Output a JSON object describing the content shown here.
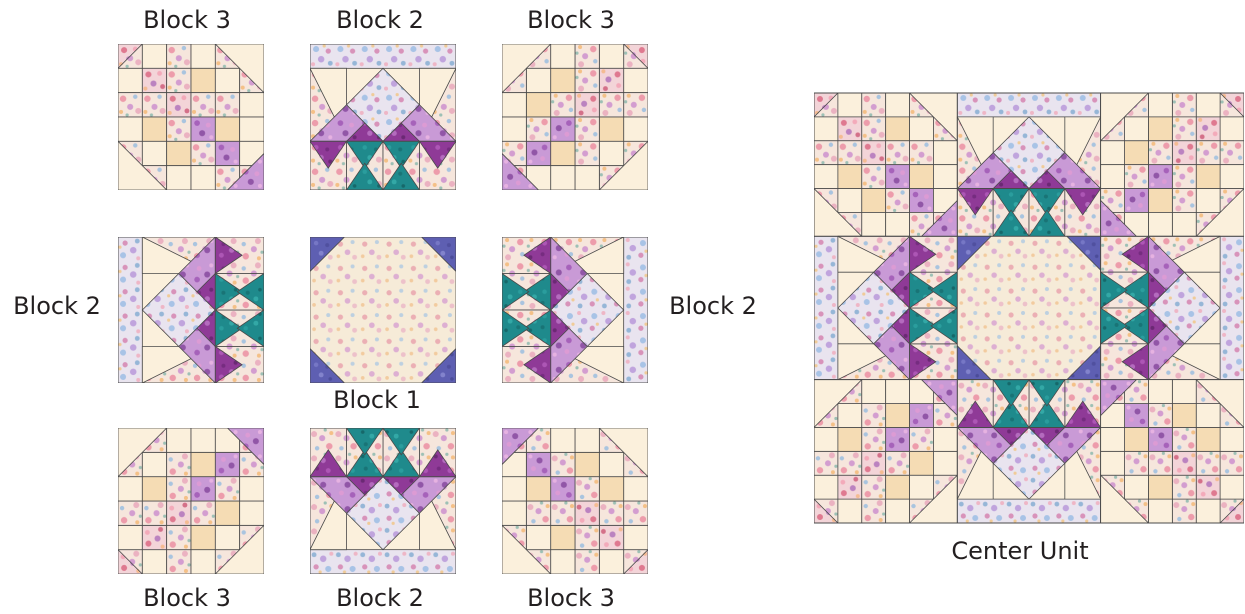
{
  "labels": {
    "top_left": "Block 3",
    "top_mid": "Block 2",
    "top_right": "Block 3",
    "mid_left": "Block 2",
    "mid_right": "Block 2",
    "center": "Block 1",
    "bottom_left": "Block 3",
    "bottom_mid": "Block 2",
    "bottom_right": "Block 3",
    "assembled": "Center Unit"
  },
  "colors": {
    "cream": "#fbf0dc",
    "tan": "#f5dcb4",
    "coral": "#ef6b7a",
    "violet": "#b868c8",
    "plum": "#9a3aa0",
    "teal": "#1f8a8c",
    "periwinkle": "#6a63b8",
    "floral_light": "#f4e2d8",
    "floral_blue": "#b9d3ea",
    "seam": "#4a4a4a"
  }
}
